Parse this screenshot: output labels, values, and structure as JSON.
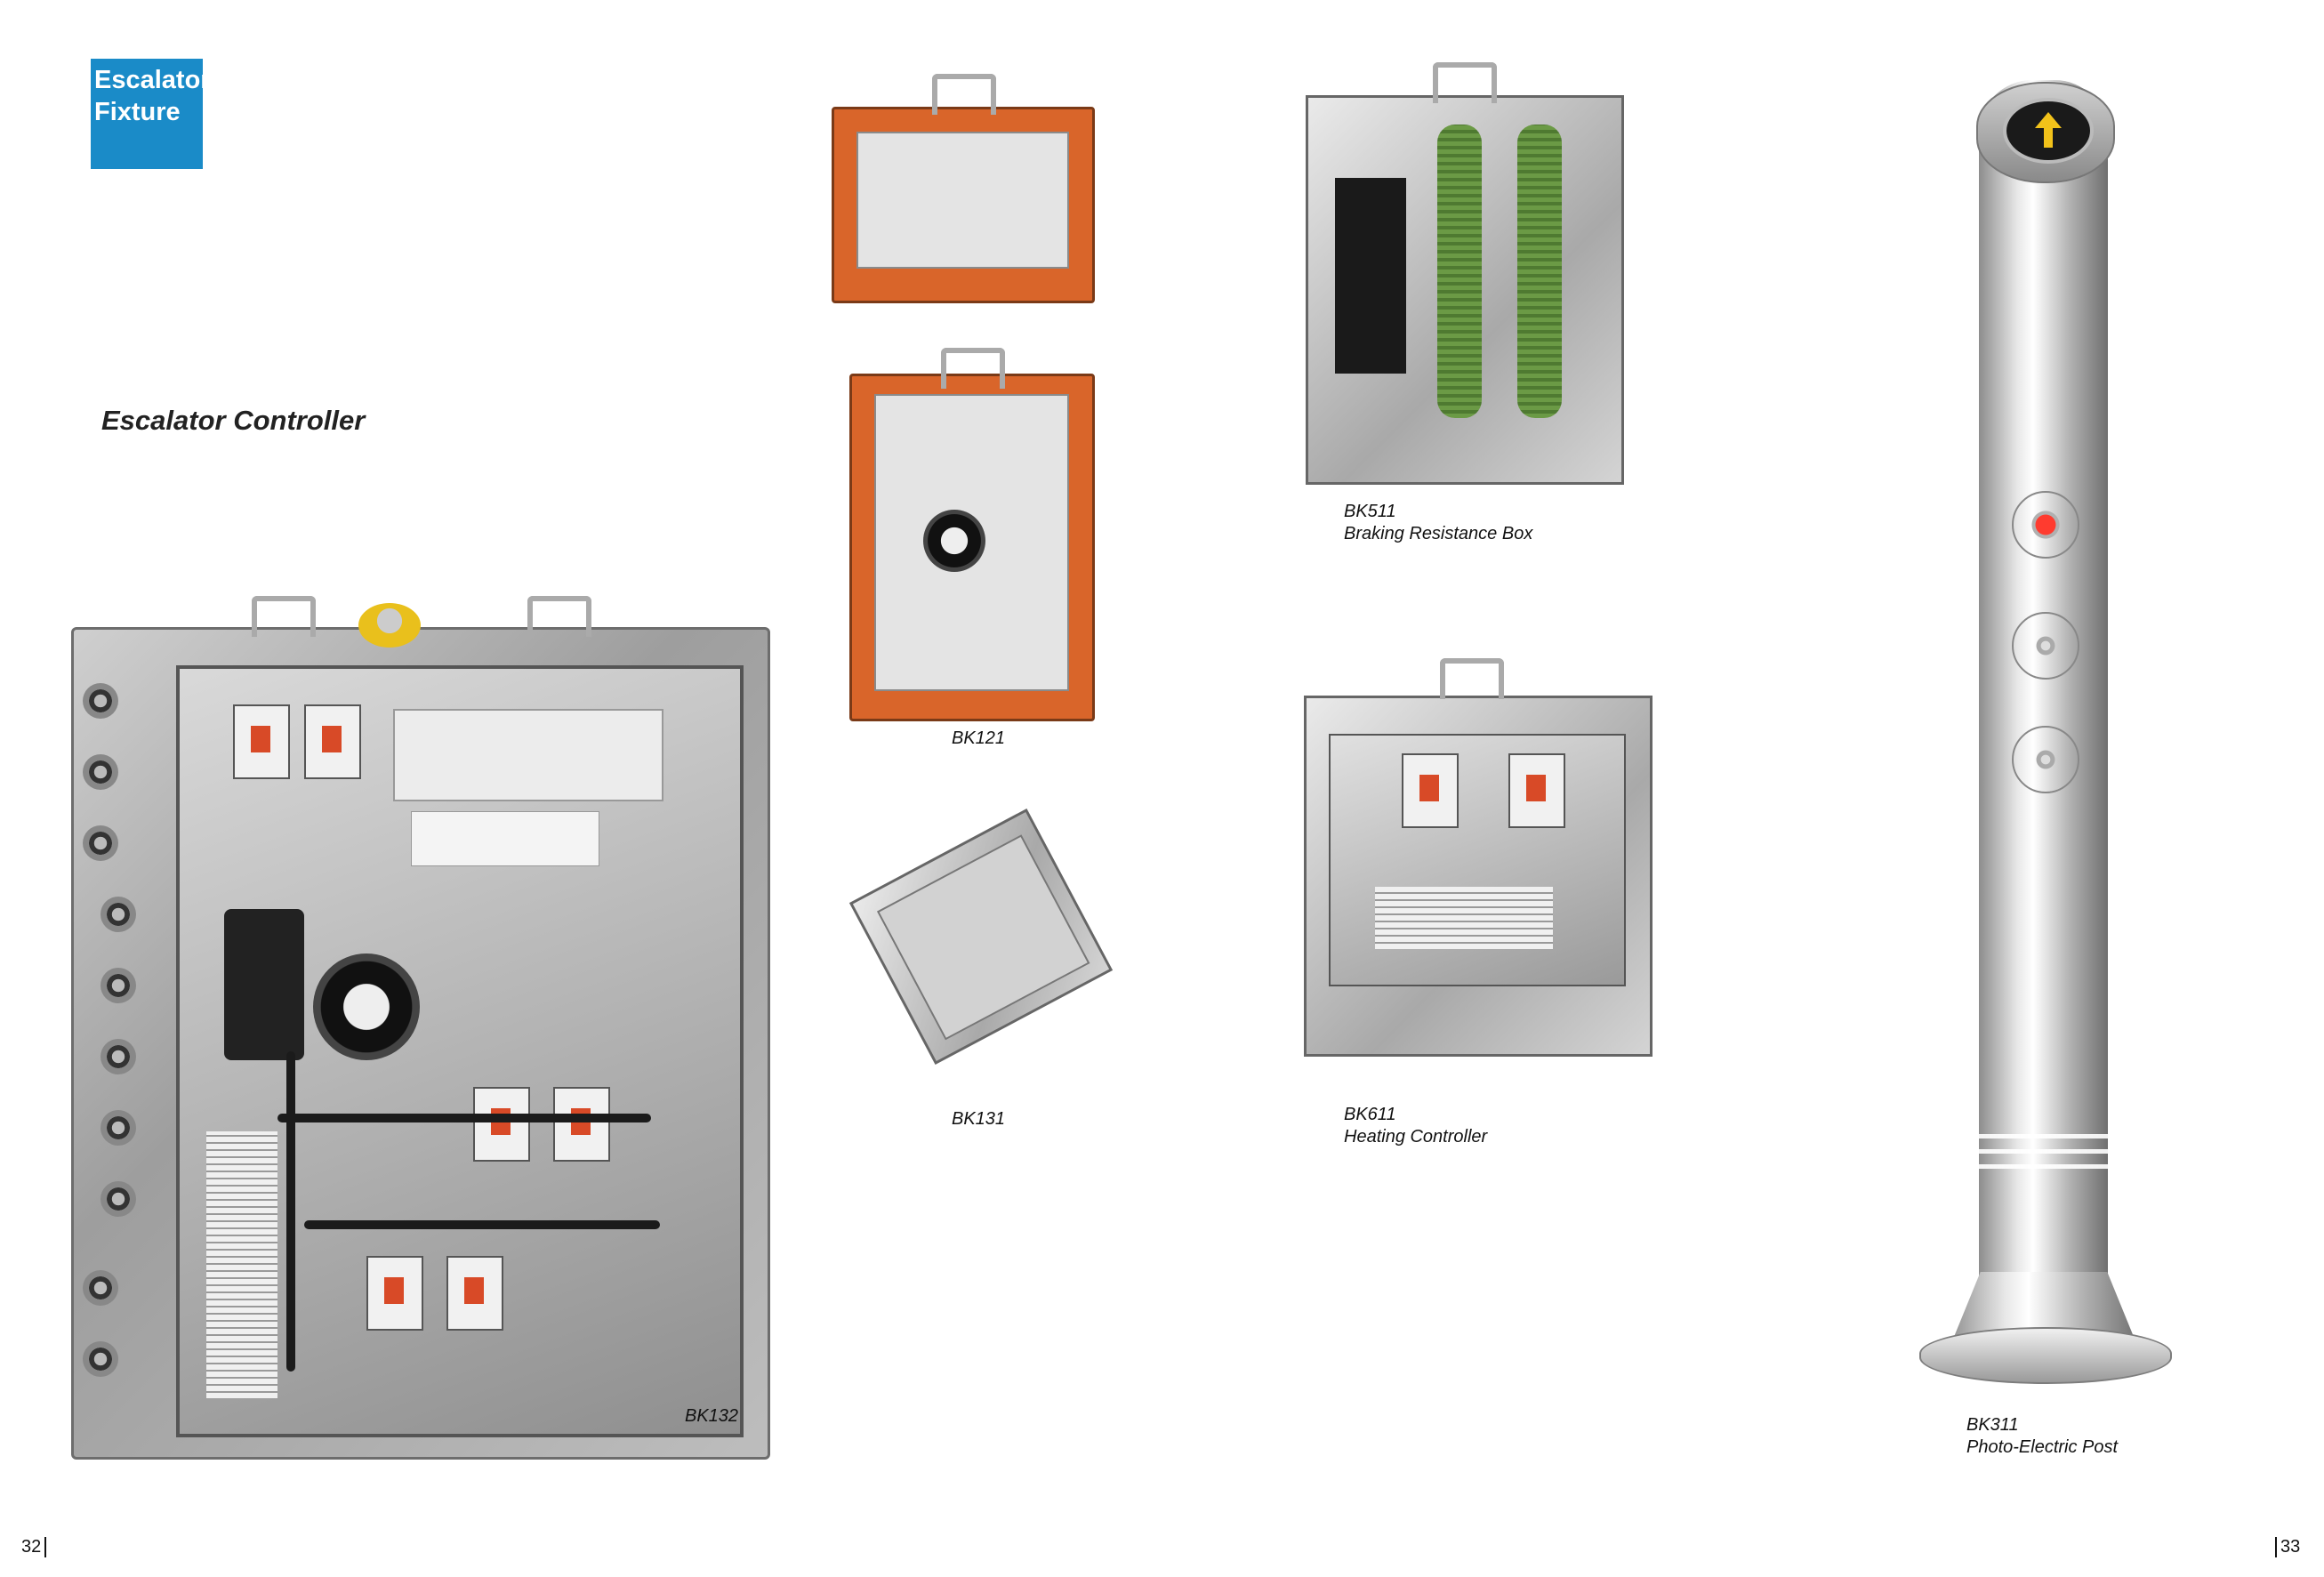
{
  "category_tab": {
    "line1": "Escalator",
    "line2": "Fixture"
  },
  "section_title": "Escalator Controller",
  "products": [
    {
      "code": "BK132",
      "name": ""
    },
    {
      "code": "BK121",
      "name": ""
    },
    {
      "code": "BK131",
      "name": ""
    },
    {
      "code": "BK511",
      "name": "Braking Resistance Box"
    },
    {
      "code": "BK611",
      "name": "Heating Controller"
    },
    {
      "code": "BK311",
      "name": "Photo-Electric Post"
    }
  ],
  "page_left": "32",
  "page_right": "33",
  "colors": {
    "tab_blue": "#1a8bc8",
    "enclosure_orange": "#d9652a",
    "stainless": "#b8b8b8"
  }
}
